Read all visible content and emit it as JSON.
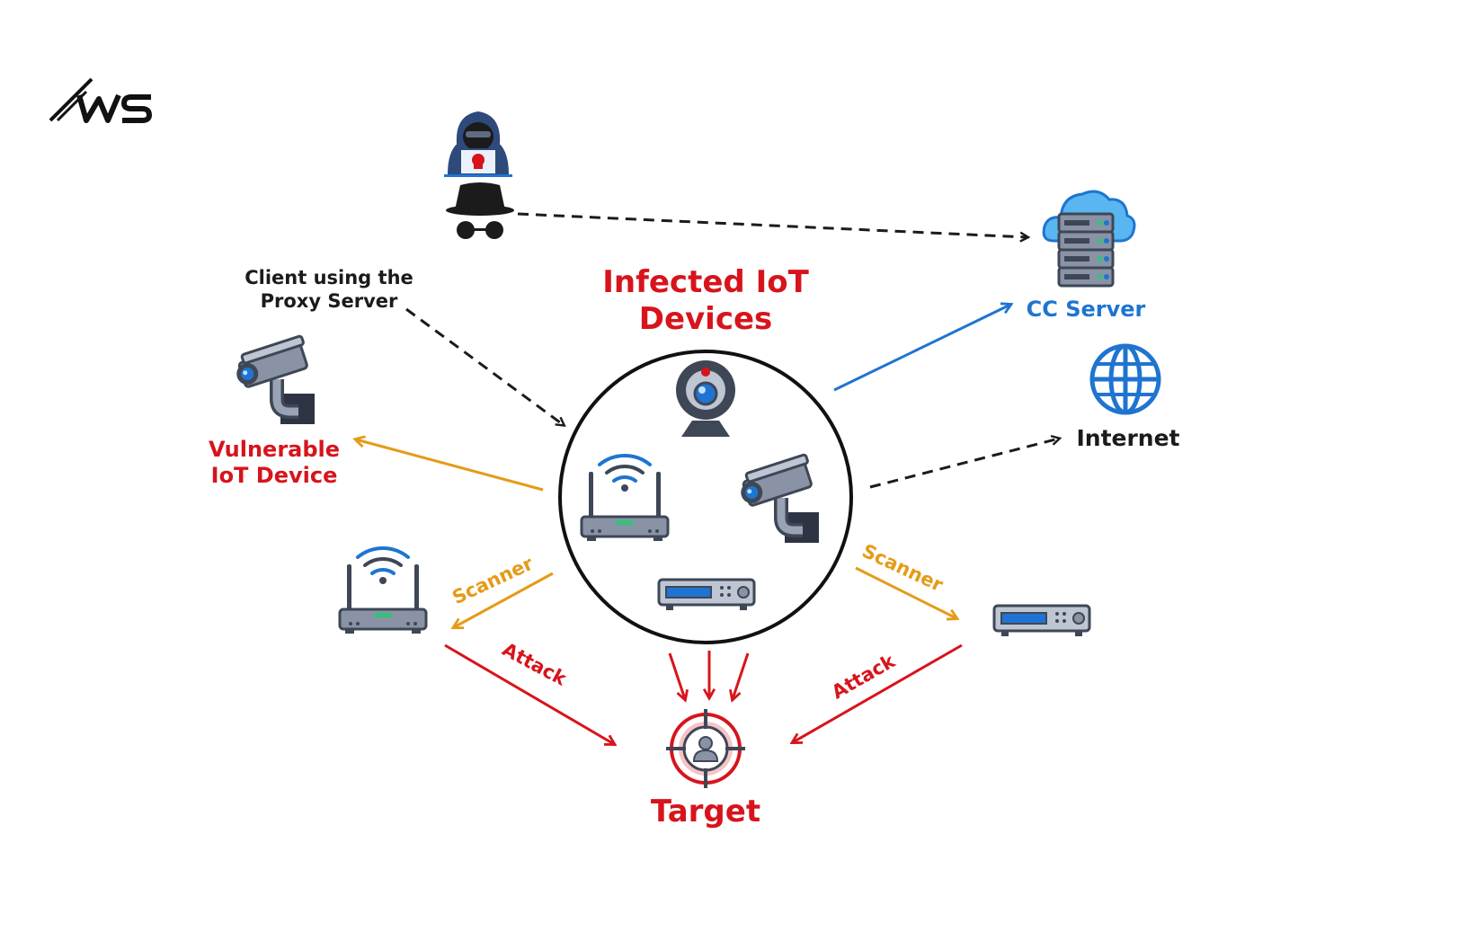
{
  "logo": {
    "text": "WS"
  },
  "nodes": {
    "infected_title_line1": "Infected IoT",
    "infected_title_line2": "Devices",
    "client_line1": "Client using the",
    "client_line2": "Proxy Server",
    "vulnerable_line1": "Vulnerable",
    "vulnerable_line2": "IoT Device",
    "cc_server": "CC Server",
    "internet": "Internet",
    "target": "Target"
  },
  "edges": {
    "scanner_left": "Scanner",
    "scanner_right": "Scanner",
    "attack_left": "Attack",
    "attack_right": "Attack"
  },
  "colors": {
    "red": "#d7141c",
    "orange": "#e59b17",
    "blue": "#1f74d1",
    "dark": "#1b1b1b"
  },
  "icons": [
    "hacker-icon",
    "spy-icon",
    "cloud-server-icon",
    "globe-icon",
    "webcam-icon",
    "router-icon",
    "cctv-camera-icon",
    "dvr-box-icon",
    "target-icon",
    "logo-icon"
  ]
}
